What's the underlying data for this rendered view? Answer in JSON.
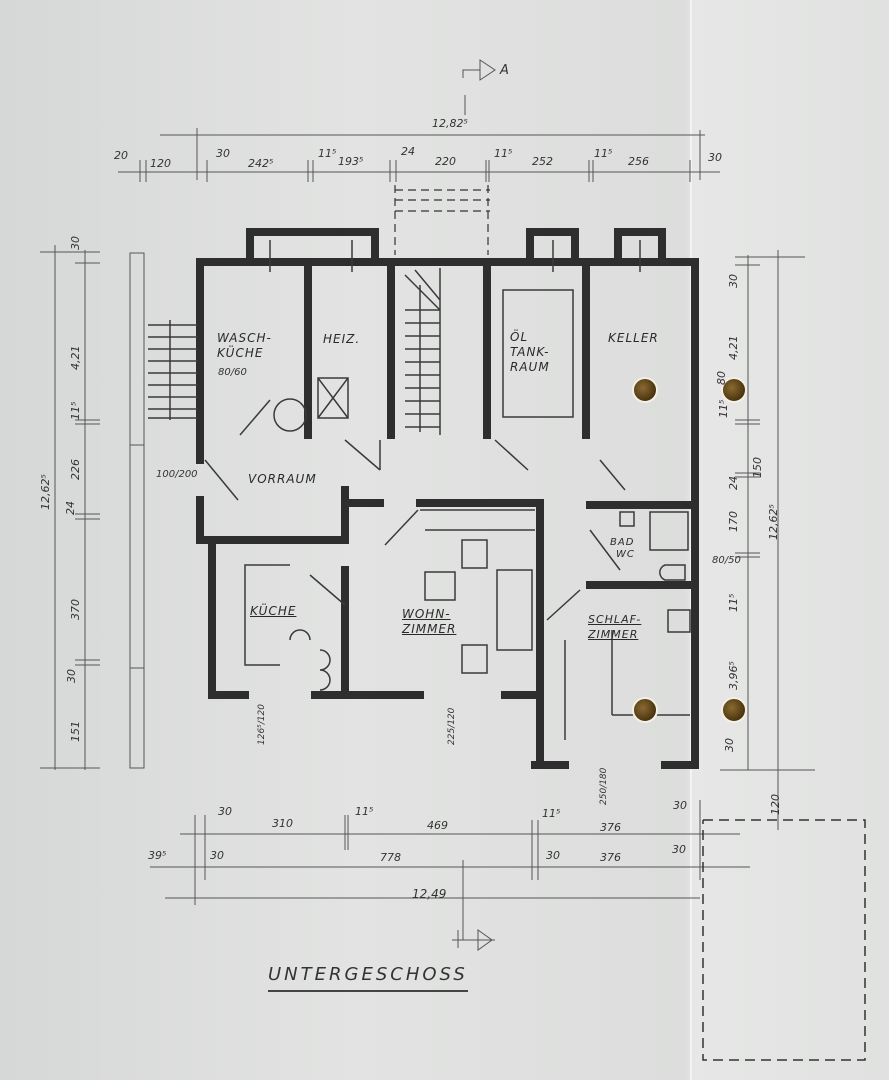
{
  "drawing": {
    "title": "UNTERGESCHOSS",
    "section_marker_top": "A",
    "colors": {
      "paper": "#dcdedd",
      "ink": "#2a2a2a",
      "wall": "#333333",
      "punch_hole": "#6b4e1f"
    }
  },
  "rooms": [
    {
      "id": "waschkueche",
      "label_line1": "WASCH-",
      "label_line2": "KÜCHE",
      "window": "80/60"
    },
    {
      "id": "heizung",
      "label": "HEIZ."
    },
    {
      "id": "oeltankraum",
      "label_line1": "ÖL",
      "label_line2": "TANK-",
      "label_line3": "RAUM"
    },
    {
      "id": "keller",
      "label": "KELLER"
    },
    {
      "id": "vorraum",
      "label": "VORRAUM",
      "door": "100/200"
    },
    {
      "id": "kueche",
      "label": "KÜCHE"
    },
    {
      "id": "wohnzimmer",
      "label_line1": "WOHN-",
      "label_line2": "ZIMMER"
    },
    {
      "id": "bad_wc",
      "label_line1": "BAD",
      "label_line2": "WC"
    },
    {
      "id": "schlafzimmer",
      "label_line1": "SCHLAF-",
      "label_line2": "ZIMMER"
    }
  ],
  "dimensions": {
    "top_total": "12,82⁵",
    "top_chain": [
      "20",
      "120",
      "30",
      "242⁵",
      "11⁵",
      "193⁵",
      "24",
      "220",
      "11⁵",
      "252",
      "11⁵",
      "256",
      "30"
    ],
    "left_total": "12,62⁵",
    "left_chain": [
      "30",
      "4,21",
      "11⁵",
      "226",
      "24",
      "370",
      "30",
      "151"
    ],
    "right_total": "12,62⁵",
    "right_chain": [
      "30",
      "4,21",
      "80",
      "11⁵",
      "150",
      "24",
      "170",
      "80/50",
      "11⁵",
      "3,96⁵",
      "30"
    ],
    "right_outer": "120",
    "bottom_chain_1": [
      "30",
      "310",
      "11⁵",
      "469",
      "11⁵",
      "376",
      "30"
    ],
    "bottom_chain_2": [
      "39⁵",
      "30",
      "778",
      "30",
      "376",
      "30"
    ],
    "bottom_total": "12,49",
    "window_kueche": "126⁵/120",
    "window_wohnzimmer": "225/120",
    "window_schlafzimmer": "250/180"
  }
}
